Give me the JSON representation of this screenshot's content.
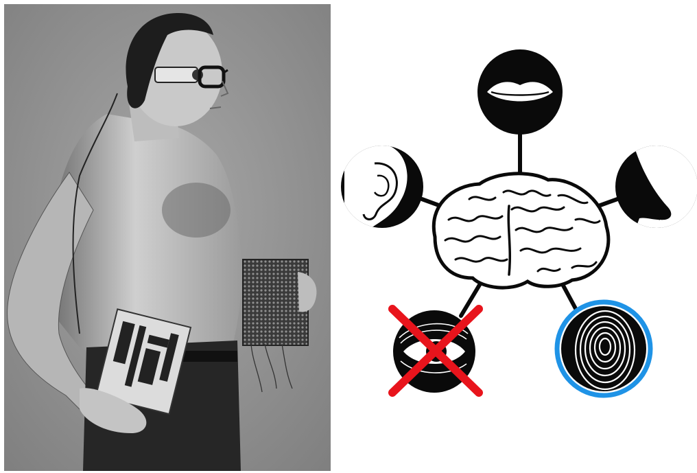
{
  "left_photo": {
    "subject": "shirtless-man-with-glasses-camera-and-tactile-vest",
    "tones": {
      "background": "#8d8d8d",
      "skin": "#cfcfcf",
      "hair": "#1d1d1d",
      "pants": "#262626"
    }
  },
  "sense_diagram": {
    "center_icon": "brain-icon",
    "senses": [
      {
        "name": "taste",
        "icon": "mouth-icon",
        "status": "normal"
      },
      {
        "name": "hearing",
        "icon": "ear-icon",
        "status": "normal"
      },
      {
        "name": "smell",
        "icon": "nose-icon",
        "status": "normal"
      },
      {
        "name": "sight",
        "icon": "eye-icon",
        "status": "crossed-out"
      },
      {
        "name": "touch",
        "icon": "fingerprint-icon",
        "status": "highlighted"
      }
    ],
    "colors": {
      "cross": "#e8141c",
      "highlight_ring": "#1f93e6",
      "icon_fill": "#0a0a0a",
      "line": "#0a0a0a"
    }
  }
}
